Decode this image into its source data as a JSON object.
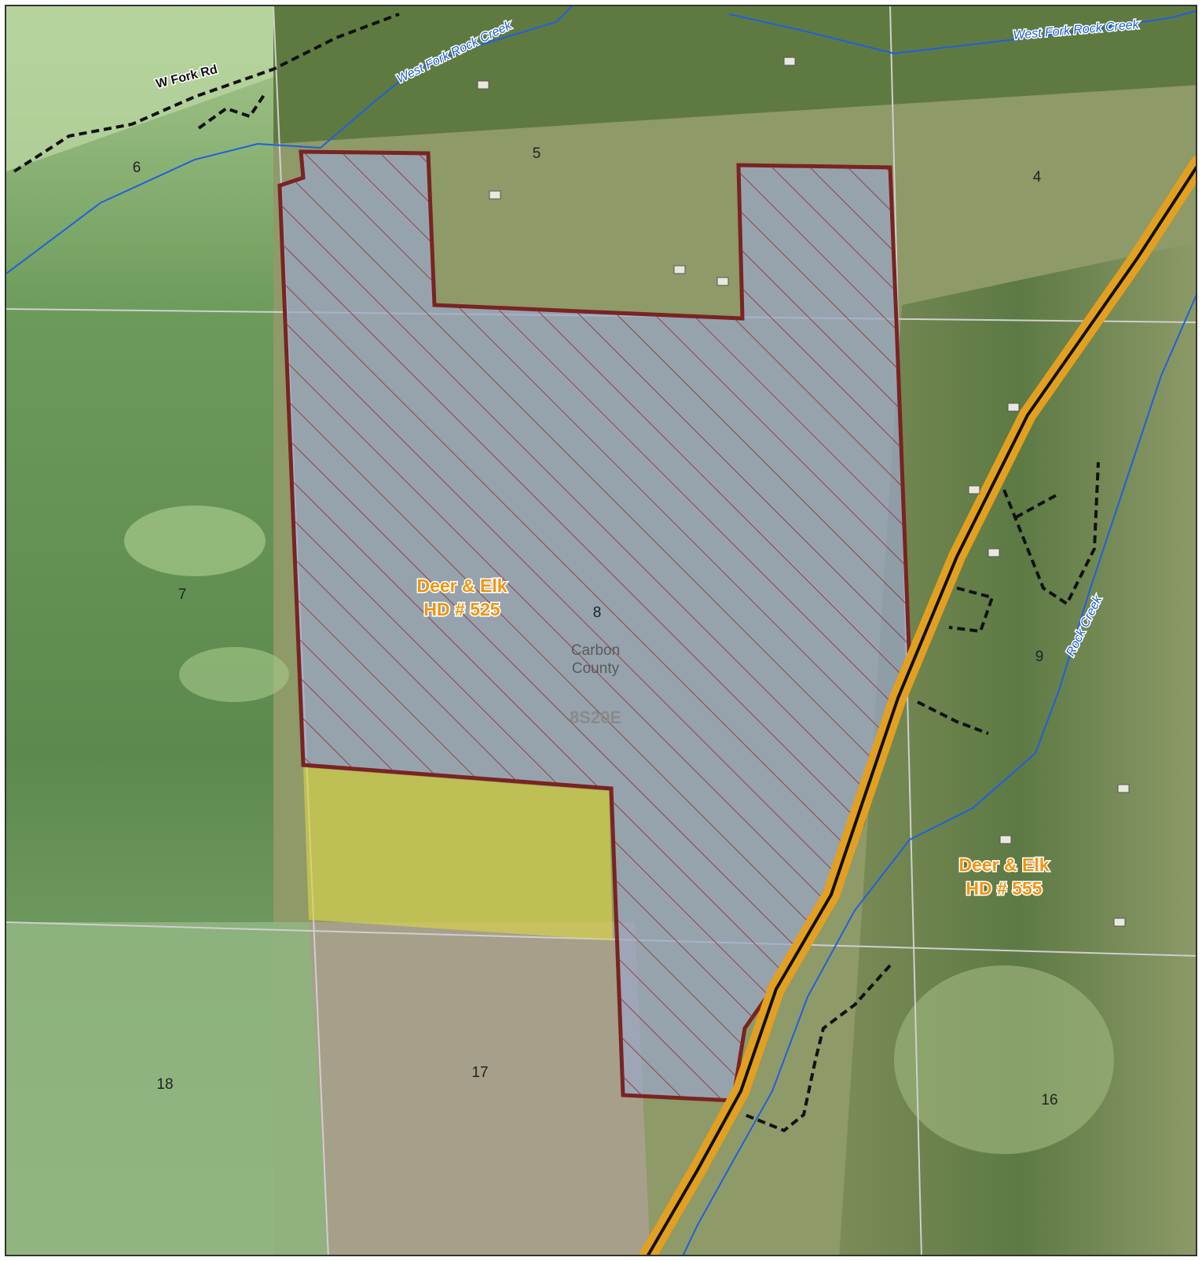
{
  "map": {
    "roads": {
      "west_fork": "W Fork Rd"
    },
    "creeks": {
      "west_fork_left": "West Fork Rock Creek",
      "west_fork_right": "West Fork Rock Creek",
      "rock_creek": "Rock Creek"
    },
    "hunting_districts": {
      "hd525": {
        "line1": "Deer & Elk",
        "line2": "HD # 525"
      },
      "hd555": {
        "line1": "Deer & Elk",
        "line2": "HD # 555"
      }
    },
    "county": {
      "line1": "Carbon",
      "line2": "County"
    },
    "township": "8S20E",
    "sections": {
      "s4": "4",
      "s5": "5",
      "s6": "6",
      "s7": "7",
      "s8": "8",
      "s9": "9",
      "s16": "16",
      "s17": "17",
      "s18": "18"
    },
    "colors": {
      "parcel_outline": "#7a2323",
      "parcel_hatch": "#8b2a2a",
      "parcel_fill": "#9aa6c8",
      "yellow_parcel": "#d9d24a",
      "highway": "#e3a020",
      "creek_line": "#1f5fe0",
      "trail_dash": "#cfe8b8",
      "section_line": "#c8c8c8",
      "district_label": "#f0950f"
    }
  }
}
